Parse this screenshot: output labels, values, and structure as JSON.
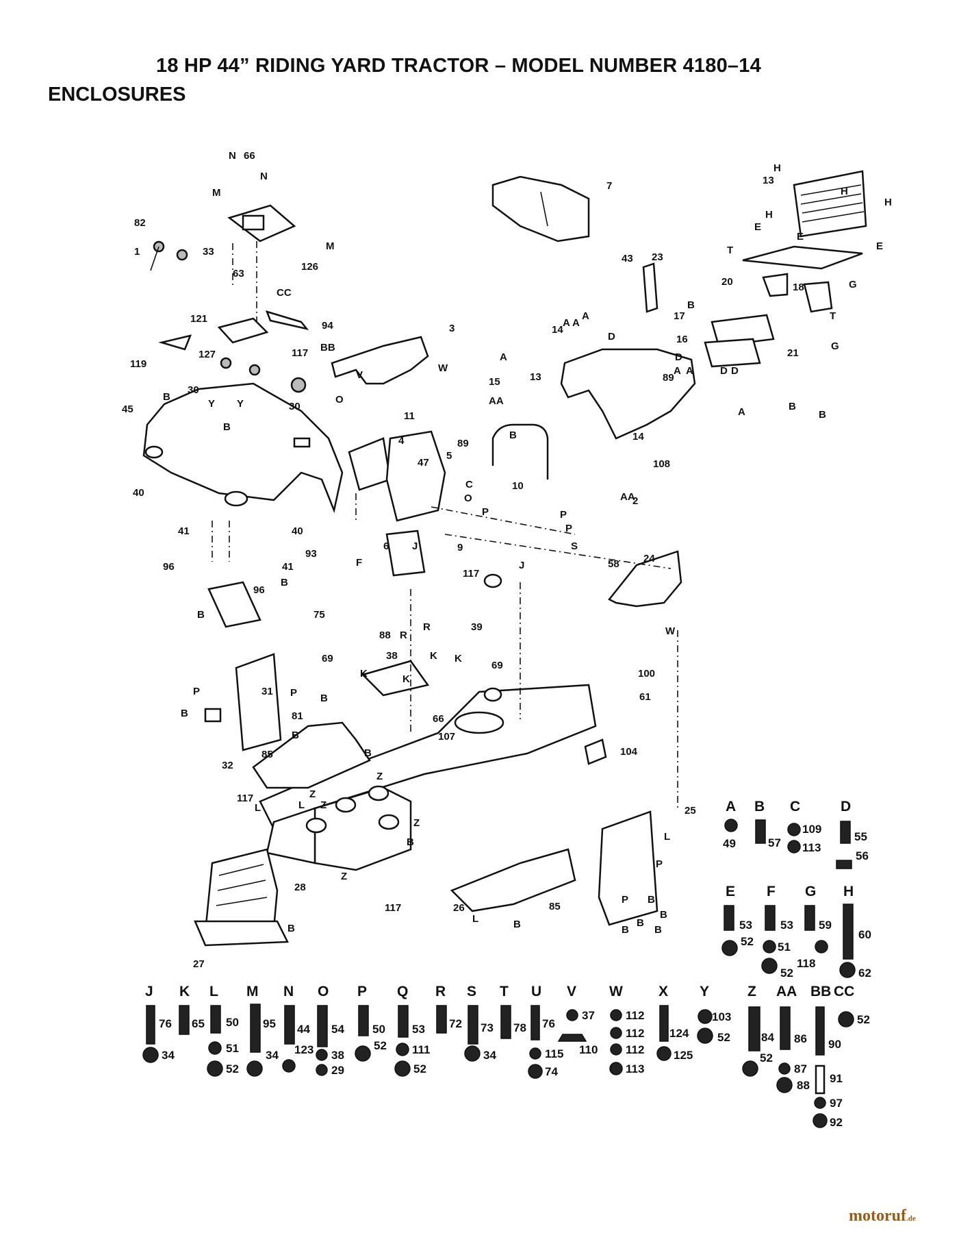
{
  "header": {
    "title": "18 HP 44” RIDING YARD TRACTOR – MODEL NUMBER 4180–14",
    "subtitle": "ENCLOSURES"
  },
  "watermark": {
    "text": "motoruf",
    "suffix": ".de",
    "color": "#9a5a14"
  },
  "hardware_groups": [
    {
      "letter": "A",
      "parts": [
        "49"
      ]
    },
    {
      "letter": "B",
      "parts": [
        "57"
      ]
    },
    {
      "letter": "C",
      "parts": [
        "109",
        "113"
      ]
    },
    {
      "letter": "D",
      "parts": [
        "55",
        "56"
      ]
    },
    {
      "letter": "E",
      "parts": [
        "53",
        "52"
      ]
    },
    {
      "letter": "F",
      "parts": [
        "53",
        "51",
        "52"
      ]
    },
    {
      "letter": "G",
      "parts": [
        "59",
        "118"
      ]
    },
    {
      "letter": "H",
      "parts": [
        "60",
        "62"
      ]
    },
    {
      "letter": "J",
      "parts": [
        "76",
        "34"
      ]
    },
    {
      "letter": "K",
      "parts": [
        "65"
      ]
    },
    {
      "letter": "L",
      "parts": [
        "50",
        "51",
        "52"
      ]
    },
    {
      "letter": "M",
      "parts": [
        "95",
        "34"
      ]
    },
    {
      "letter": "N",
      "parts": [
        "44",
        "123"
      ]
    },
    {
      "letter": "O",
      "parts": [
        "54",
        "38",
        "29"
      ]
    },
    {
      "letter": "P",
      "parts": [
        "50",
        "52"
      ]
    },
    {
      "letter": "Q",
      "parts": [
        "53",
        "111",
        "52"
      ]
    },
    {
      "letter": "R",
      "parts": [
        "72"
      ]
    },
    {
      "letter": "S",
      "parts": [
        "73",
        "34"
      ]
    },
    {
      "letter": "T",
      "parts": [
        "78"
      ]
    },
    {
      "letter": "U",
      "parts": [
        "76",
        "115",
        "74"
      ]
    },
    {
      "letter": "V",
      "parts": [
        "37",
        "110"
      ]
    },
    {
      "letter": "W",
      "parts": [
        "112",
        "112",
        "112",
        "113"
      ]
    },
    {
      "letter": "X",
      "parts": [
        "124",
        "125"
      ]
    },
    {
      "letter": "Y",
      "parts": [
        "103",
        "52"
      ]
    },
    {
      "letter": "Z",
      "parts": [
        "84",
        "52"
      ]
    },
    {
      "letter": "AA",
      "parts": [
        "86",
        "87",
        "88"
      ]
    },
    {
      "letter": "BB",
      "parts": [
        "90",
        "91",
        "97",
        "92"
      ]
    },
    {
      "letter": "CC",
      "parts": [
        "52"
      ]
    }
  ],
  "callouts": [
    "N",
    "66",
    "N",
    "M",
    "82",
    "1",
    "33",
    "M",
    "126",
    "63",
    "CC",
    "121",
    "94",
    "3",
    "117",
    "BB",
    "119",
    "127",
    "30",
    "30",
    "V",
    "W",
    "45",
    "B",
    "Y",
    "Y",
    "B",
    "O",
    "11",
    "4",
    "40",
    "40",
    "47",
    "5",
    "41",
    "93",
    "41",
    "96",
    "96",
    "B",
    "B",
    "75",
    "7",
    "43",
    "23",
    "B",
    "17",
    "16",
    "D",
    "D",
    "D",
    "D",
    "14",
    "A",
    "A",
    "A",
    "A",
    "13",
    "15",
    "AA",
    "89",
    "A",
    "A",
    "A",
    "14",
    "13",
    "H",
    "H",
    "H",
    "H",
    "E",
    "E",
    "E",
    "T",
    "20",
    "18",
    "G",
    "T",
    "G",
    "21",
    "B",
    "B",
    "B",
    "108",
    "AA",
    "2",
    "89",
    "10",
    "C",
    "O",
    "P",
    "P",
    "P",
    "S",
    "9",
    "F",
    "6",
    "J",
    "J",
    "117",
    "58",
    "24",
    "W",
    "88",
    "R",
    "R",
    "39",
    "38",
    "K",
    "K",
    "K",
    "K",
    "69",
    "100",
    "61",
    "66",
    "107",
    "104",
    "69",
    "P",
    "31",
    "P",
    "B",
    "81",
    "B",
    "B",
    "32",
    "85",
    "B",
    "Z",
    "117",
    "L",
    "L",
    "Z",
    "Z",
    "Z",
    "117",
    "27",
    "28",
    "B",
    "B",
    "85",
    "26",
    "L",
    "L",
    "25",
    "P",
    "P",
    "B",
    "B",
    "B",
    "B",
    "B",
    "B",
    "Z",
    "K"
  ]
}
